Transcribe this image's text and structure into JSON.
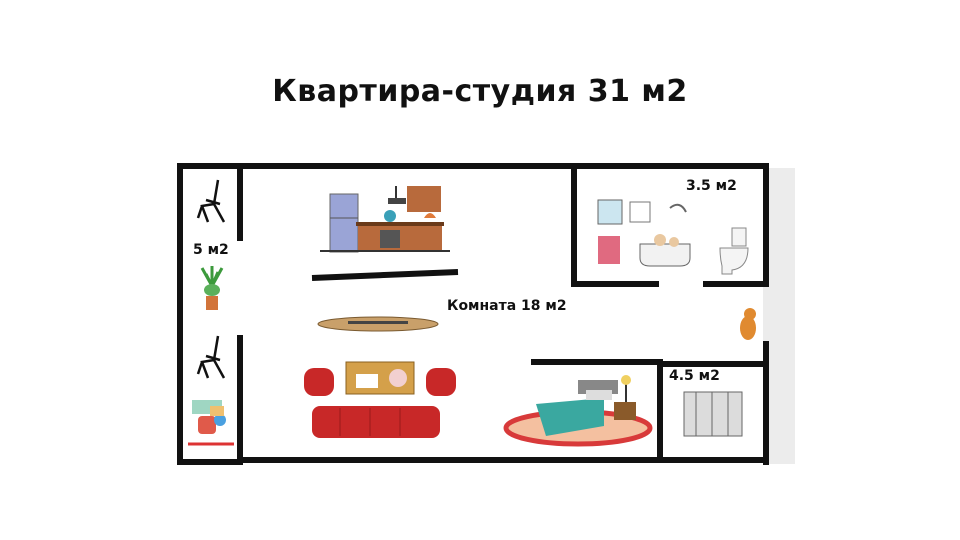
{
  "title": "Квартира-студия 31 м2",
  "rooms": {
    "balcony": "5 м2",
    "bathroom": "3.5 м2",
    "main_room": "Комната 18 м2",
    "closet": "4.5 м2"
  },
  "icons": [
    "chair-icon",
    "plant-icon",
    "person-laptop-icon",
    "fridge-icon",
    "kitchen-cabinets-icon",
    "sink-icon",
    "bathtub-icon",
    "toilet-icon",
    "table-icon",
    "armchair-icon",
    "sofa-icon",
    "bed-icon",
    "rug-icon",
    "wardrobe-icon",
    "dog-icon"
  ]
}
